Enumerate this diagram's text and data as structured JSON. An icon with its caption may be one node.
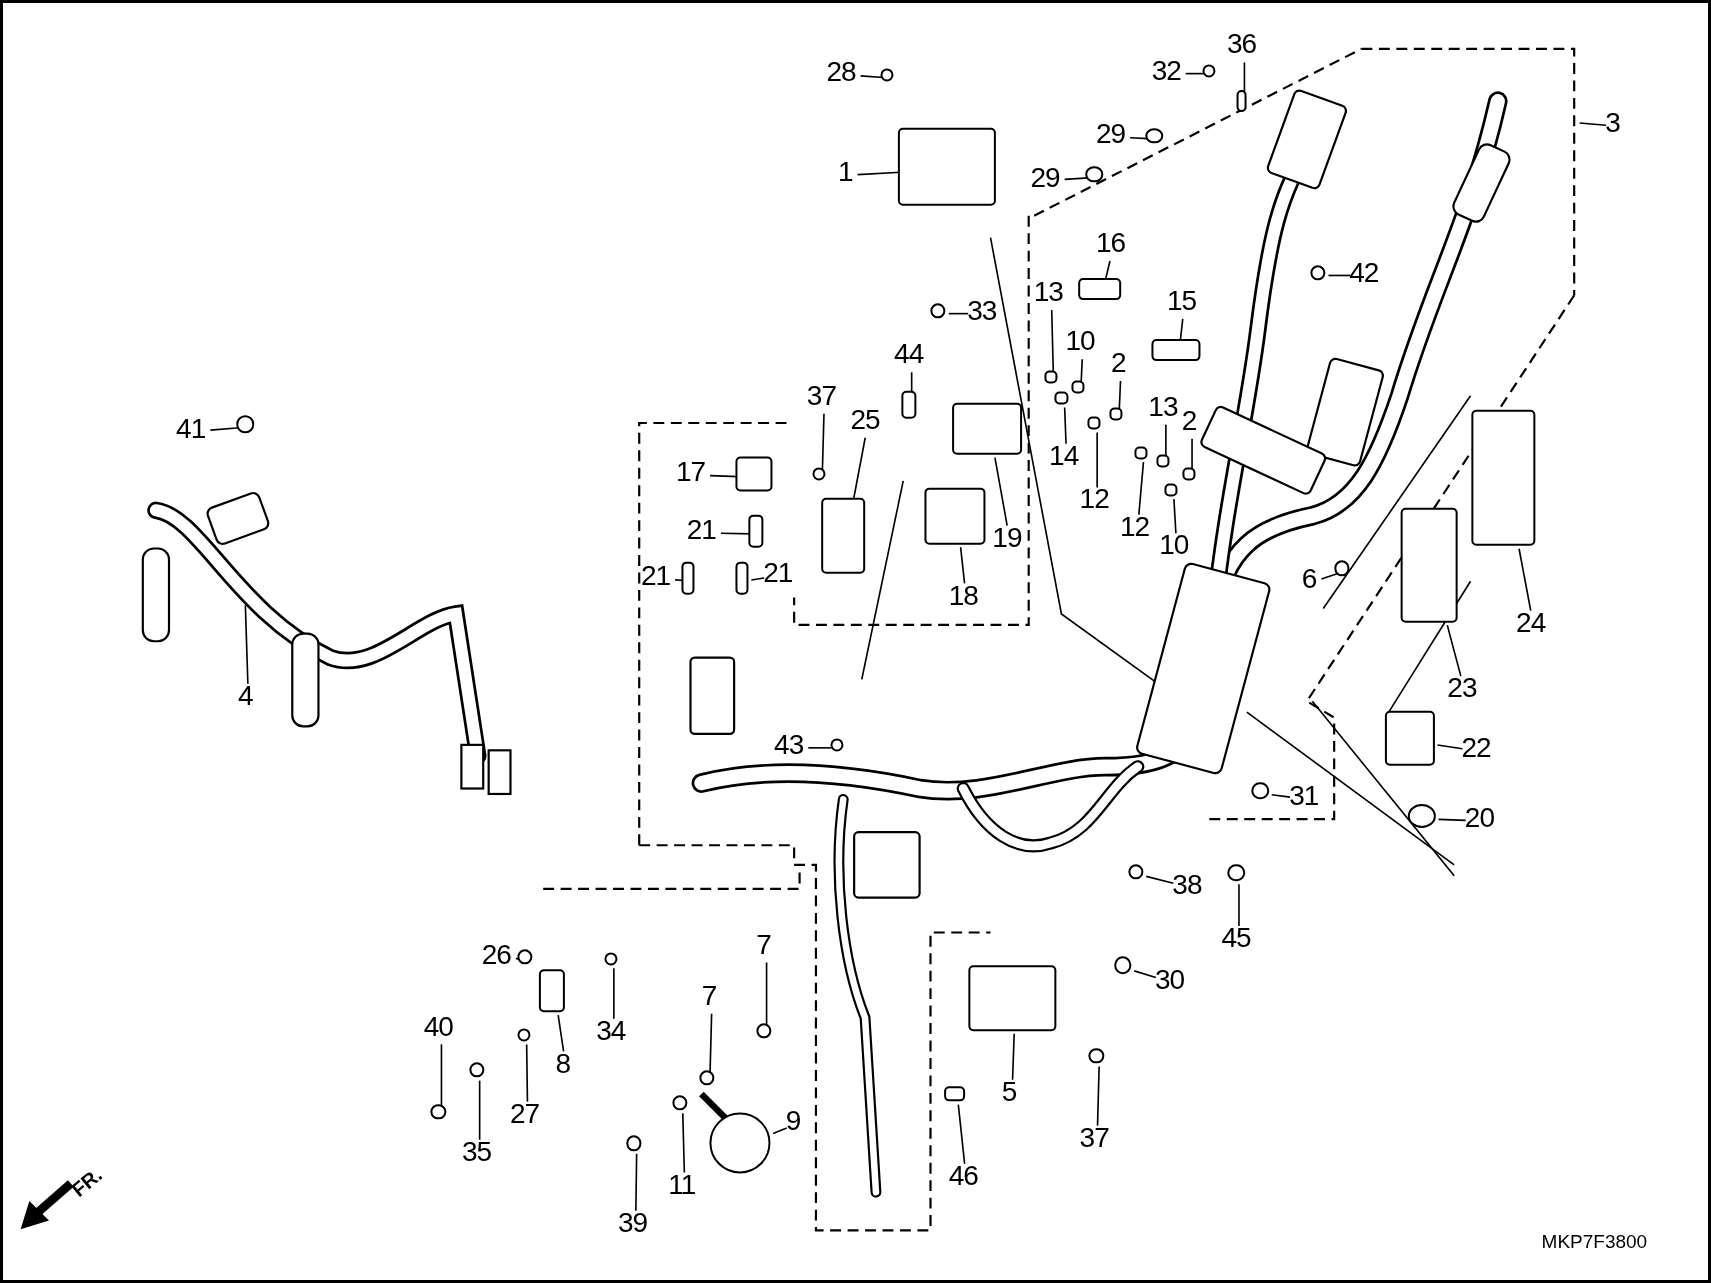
{
  "diagram": {
    "nodes": [
      {
        "text": [
          "28"
        ]
      },
      {
        "text": [
          "1"
        ]
      },
      {
        "text": [
          "33"
        ]
      },
      {
        "text": [
          "36"
        ]
      },
      {
        "text": [
          "32"
        ]
      },
      {
        "text": [
          "29"
        ]
      },
      {
        "text": [
          "29"
        ]
      },
      {
        "text": [
          "3"
        ]
      },
      {
        "text": [
          "16"
        ]
      },
      {
        "text": [
          "13"
        ]
      },
      {
        "text": [
          "15"
        ]
      },
      {
        "text": [
          "10"
        ]
      },
      {
        "text": [
          "2"
        ]
      },
      {
        "text": [
          "42"
        ]
      },
      {
        "text": [
          "44"
        ]
      },
      {
        "text": [
          "37"
        ]
      },
      {
        "text": [
          "25"
        ]
      },
      {
        "text": [
          "14"
        ]
      },
      {
        "text": [
          "12"
        ]
      },
      {
        "text": [
          "13"
        ]
      },
      {
        "text": [
          "2"
        ]
      },
      {
        "text": [
          "12"
        ]
      },
      {
        "text": [
          "10"
        ]
      },
      {
        "text": [
          "17"
        ]
      },
      {
        "text": [
          "21"
        ]
      },
      {
        "text": [
          "21"
        ]
      },
      {
        "text": [
          "21"
        ]
      },
      {
        "text": [
          "19"
        ]
      },
      {
        "text": [
          "18"
        ]
      },
      {
        "text": [
          "6"
        ]
      },
      {
        "text": [
          "24"
        ]
      },
      {
        "text": [
          "23"
        ]
      },
      {
        "text": [
          "22"
        ]
      },
      {
        "text": [
          "20"
        ]
      },
      {
        "text": [
          "41"
        ]
      },
      {
        "text": [
          "4"
        ]
      },
      {
        "text": [
          "43"
        ]
      },
      {
        "text": [
          "31"
        ]
      },
      {
        "text": [
          "38"
        ]
      },
      {
        "text": [
          "45"
        ]
      },
      {
        "text": [
          "30"
        ]
      },
      {
        "text": [
          "5"
        ]
      },
      {
        "text": [
          "37"
        ]
      },
      {
        "text": [
          "46"
        ]
      },
      {
        "text": [
          "26"
        ]
      },
      {
        "text": [
          "34"
        ]
      },
      {
        "text": [
          "40"
        ]
      },
      {
        "text": [
          "8"
        ]
      },
      {
        "text": [
          "35"
        ]
      },
      {
        "text": [
          "27"
        ]
      },
      {
        "text": [
          "7"
        ]
      },
      {
        "text": [
          "7"
        ]
      },
      {
        "text": [
          "9"
        ]
      },
      {
        "text": [
          "11"
        ]
      },
      {
        "text": [
          "39"
        ]
      },
      {
        "text": [],
        "shape": "circle"
      },
      {
        "text": [],
        "shape": "box"
      },
      {
        "text": [],
        "shape": "circle"
      },
      {
        "text": [],
        "shape": "box"
      },
      {
        "text": [],
        "shape": "circle"
      },
      {
        "text": [],
        "shape": "circle"
      },
      {
        "text": [],
        "shape": "circle"
      },
      {
        "text": [],
        "shape": "box"
      },
      {
        "text": [],
        "shape": "box"
      },
      {
        "text": [],
        "shape": "box"
      },
      {
        "text": [],
        "shape": "box"
      },
      {
        "text": [],
        "shape": "box"
      },
      {
        "text": [],
        "shape": "circle"
      },
      {
        "text": [],
        "shape": "box"
      },
      {
        "text": [],
        "shape": "circle"
      },
      {
        "text": [],
        "shape": "box"
      },
      {
        "text": [],
        "shape": "box"
      },
      {
        "text": [],
        "shape": "box"
      },
      {
        "text": [],
        "shape": "box"
      },
      {
        "text": [],
        "shape": "box"
      },
      {
        "text": [],
        "shape": "box"
      },
      {
        "text": [],
        "shape": "box"
      },
      {
        "text": [],
        "shape": "box"
      },
      {
        "text": [],
        "shape": "box"
      },
      {
        "text": [],
        "shape": "box"
      },
      {
        "text": [],
        "shape": "box"
      },
      {
        "text": [],
        "shape": "box"
      },
      {
        "text": [],
        "shape": "box"
      },
      {
        "text": [],
        "shape": "circle"
      },
      {
        "text": [],
        "shape": "box"
      },
      {
        "text": [],
        "shape": "box"
      },
      {
        "text": [],
        "shape": "box"
      },
      {
        "text": [],
        "shape": "circle"
      },
      {
        "text": [],
        "shape": "circle"
      },
      {
        "text": [],
        "shape": "circle"
      },
      {
        "text": [],
        "shape": "circle"
      },
      {
        "text": [],
        "shape": "circle"
      },
      {
        "text": [],
        "shape": "circle"
      },
      {
        "text": [],
        "shape": "circle"
      },
      {
        "text": [],
        "shape": "box"
      },
      {
        "text": [],
        "shape": "circle"
      },
      {
        "text": [],
        "shape": "box"
      },
      {
        "text": [],
        "shape": "circle"
      },
      {
        "text": [],
        "shape": "circle"
      },
      {
        "text": [],
        "shape": "circle"
      },
      {
        "text": [],
        "shape": "box"
      },
      {
        "text": [],
        "shape": "circle"
      },
      {
        "text": [],
        "shape": "circle"
      },
      {
        "text": [],
        "shape": "circle"
      },
      {
        "text": [],
        "shape": "circle"
      },
      {
        "text": [],
        "shape": "circle"
      },
      {
        "text": [],
        "shape": "circle"
      },
      {
        "text": [],
        "shape": "circle"
      }
    ],
    "edges": [
      {
        "from": 0,
        "to": 55,
        "arrow": "none"
      },
      {
        "from": 1,
        "to": 56,
        "arrow": "none"
      },
      {
        "from": 2,
        "to": 57,
        "arrow": "none"
      },
      {
        "from": 3,
        "to": 58,
        "arrow": "none"
      },
      {
        "from": 4,
        "to": 59,
        "arrow": "none"
      },
      {
        "from": 5,
        "to": 60,
        "arrow": "none"
      },
      {
        "from": 6,
        "to": 61,
        "arrow": "none"
      },
      {
        "from": 7,
        "to": null,
        "arrow": "none"
      },
      {
        "from": 8,
        "to": 62,
        "arrow": "none"
      },
      {
        "from": 9,
        "to": 63,
        "arrow": "none"
      },
      {
        "from": 10,
        "to": 64,
        "arrow": "none"
      },
      {
        "from": 11,
        "to": 65,
        "arrow": "none"
      },
      {
        "from": 12,
        "to": 66,
        "arrow": "none"
      },
      {
        "from": 13,
        "to": 67,
        "arrow": "none"
      },
      {
        "from": 14,
        "to": 68,
        "arrow": "none"
      },
      {
        "from": 15,
        "to": 69,
        "arrow": "none"
      },
      {
        "from": 16,
        "to": 70,
        "arrow": "none"
      },
      {
        "from": 17,
        "to": 71,
        "arrow": "none"
      },
      {
        "from": 18,
        "to": 72,
        "arrow": "none"
      },
      {
        "from": 19,
        "to": 73,
        "arrow": "none"
      },
      {
        "from": 20,
        "to": 74,
        "arrow": "none"
      },
      {
        "from": 21,
        "to": 75,
        "arrow": "none"
      },
      {
        "from": 22,
        "to": 76,
        "arrow": "none"
      },
      {
        "from": 23,
        "to": 77,
        "arrow": "none"
      },
      {
        "from": 24,
        "to": 78,
        "arrow": "none"
      },
      {
        "from": 25,
        "to": 79,
        "arrow": "none"
      },
      {
        "from": 26,
        "to": 80,
        "arrow": "none"
      },
      {
        "from": 27,
        "to": 81,
        "arrow": "none"
      },
      {
        "from": 28,
        "to": 82,
        "arrow": "none"
      },
      {
        "from": 29,
        "to": 83,
        "arrow": "none"
      },
      {
        "from": 30,
        "to": 84,
        "arrow": "none"
      },
      {
        "from": 31,
        "to": 85,
        "arrow": "none"
      },
      {
        "from": 32,
        "to": 86,
        "arrow": "none"
      },
      {
        "from": 33,
        "to": 87,
        "arrow": "none"
      },
      {
        "from": 34,
        "to": 88,
        "arrow": "none"
      },
      {
        "from": 35,
        "to": null,
        "arrow": "none"
      },
      {
        "from": 36,
        "to": 89,
        "arrow": "none"
      },
      {
        "from": 37,
        "to": 90,
        "arrow": "none"
      },
      {
        "from": 38,
        "to": 91,
        "arrow": "none"
      },
      {
        "from": 39,
        "to": 92,
        "arrow": "none"
      },
      {
        "from": 40,
        "to": 93,
        "arrow": "none"
      },
      {
        "from": 41,
        "to": 94,
        "arrow": "none"
      },
      {
        "from": 42,
        "to": 95,
        "arrow": "none"
      },
      {
        "from": 43,
        "to": 96,
        "arrow": "none"
      },
      {
        "from": 44,
        "to": 97,
        "arrow": "none"
      },
      {
        "from": 45,
        "to": 98,
        "arrow": "none"
      },
      {
        "from": 46,
        "to": 99,
        "arrow": "none"
      },
      {
        "from": 47,
        "to": 100,
        "arrow": "none"
      },
      {
        "from": 48,
        "to": 101,
        "arrow": "none"
      },
      {
        "from": 49,
        "to": 102,
        "arrow": "none"
      },
      {
        "from": 50,
        "to": 103,
        "arrow": "none"
      },
      {
        "from": 51,
        "to": 104,
        "arrow": "none"
      },
      {
        "from": 52,
        "to": 105,
        "arrow": "none"
      },
      {
        "from": 53,
        "to": 106,
        "arrow": "none"
      },
      {
        "from": 54,
        "to": 107,
        "arrow": "none"
      }
    ],
    "labels": [
      "FR.",
      "MKP7F3800"
    ]
  }
}
